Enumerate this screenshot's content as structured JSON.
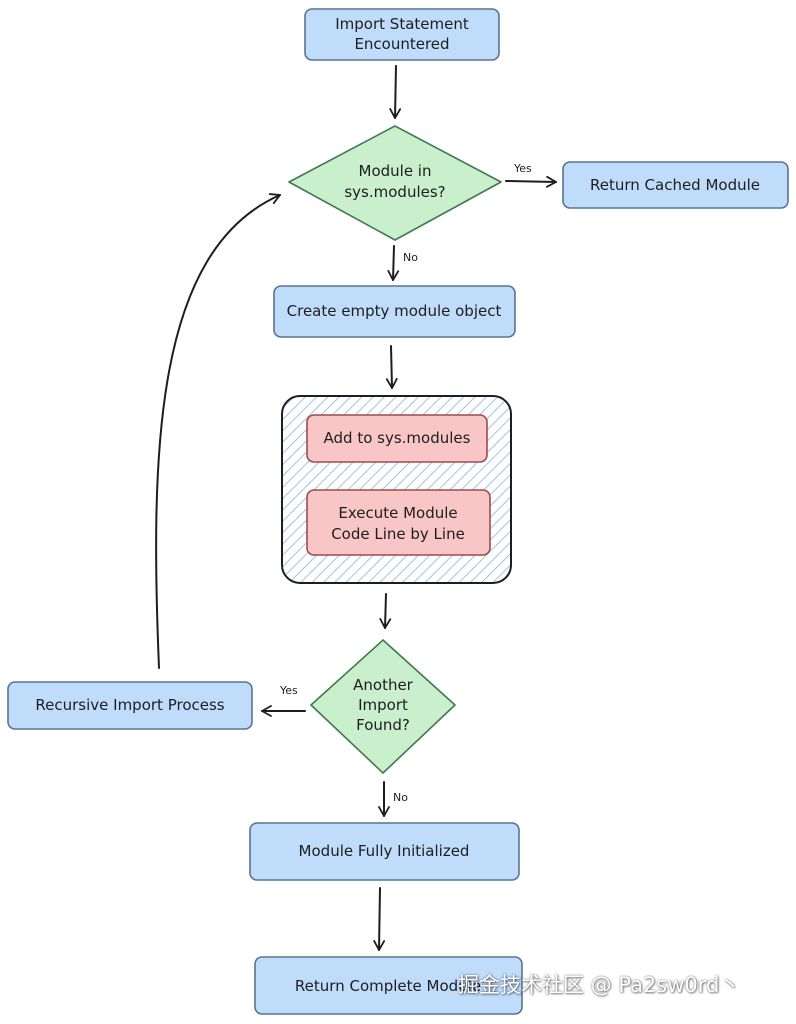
{
  "colors": {
    "process_fill": "#bfdcfb",
    "process_stroke": "#5a7390",
    "decision_fill": "#c9efcc",
    "decision_stroke": "#3f7a4d",
    "inner_fill": "#f8c6c6",
    "inner_stroke": "#a14a4a",
    "group_stroke": "#1e1e1e",
    "hatch": "#9fc4e3",
    "arrow": "#1e1e1e"
  },
  "nodes": {
    "import_statement": {
      "line1": "Import Statement",
      "line2": "Encountered"
    },
    "module_in_sys": {
      "line1": "Module in",
      "line2": "sys.modules?"
    },
    "return_cached": {
      "label": "Return Cached Module"
    },
    "create_empty": {
      "label": "Create empty module object"
    },
    "add_to_sys": {
      "label": "Add to sys.modules"
    },
    "execute_module": {
      "line1": "Execute Module",
      "line2": "Code Line by Line"
    },
    "another_import": {
      "line1": "Another",
      "line2": "Import",
      "line3": "Found?"
    },
    "recursive_import": {
      "label": "Recursive Import Process"
    },
    "fully_initialized": {
      "label": "Module Fully Initialized"
    },
    "return_complete": {
      "label": "Return Complete Module"
    }
  },
  "edges": {
    "yes_cached": "Yes",
    "no_create": "No",
    "yes_recursive": "Yes",
    "no_initialized": "No"
  },
  "watermark": "掘金技术社区 @ Pa2sw0rd丶"
}
